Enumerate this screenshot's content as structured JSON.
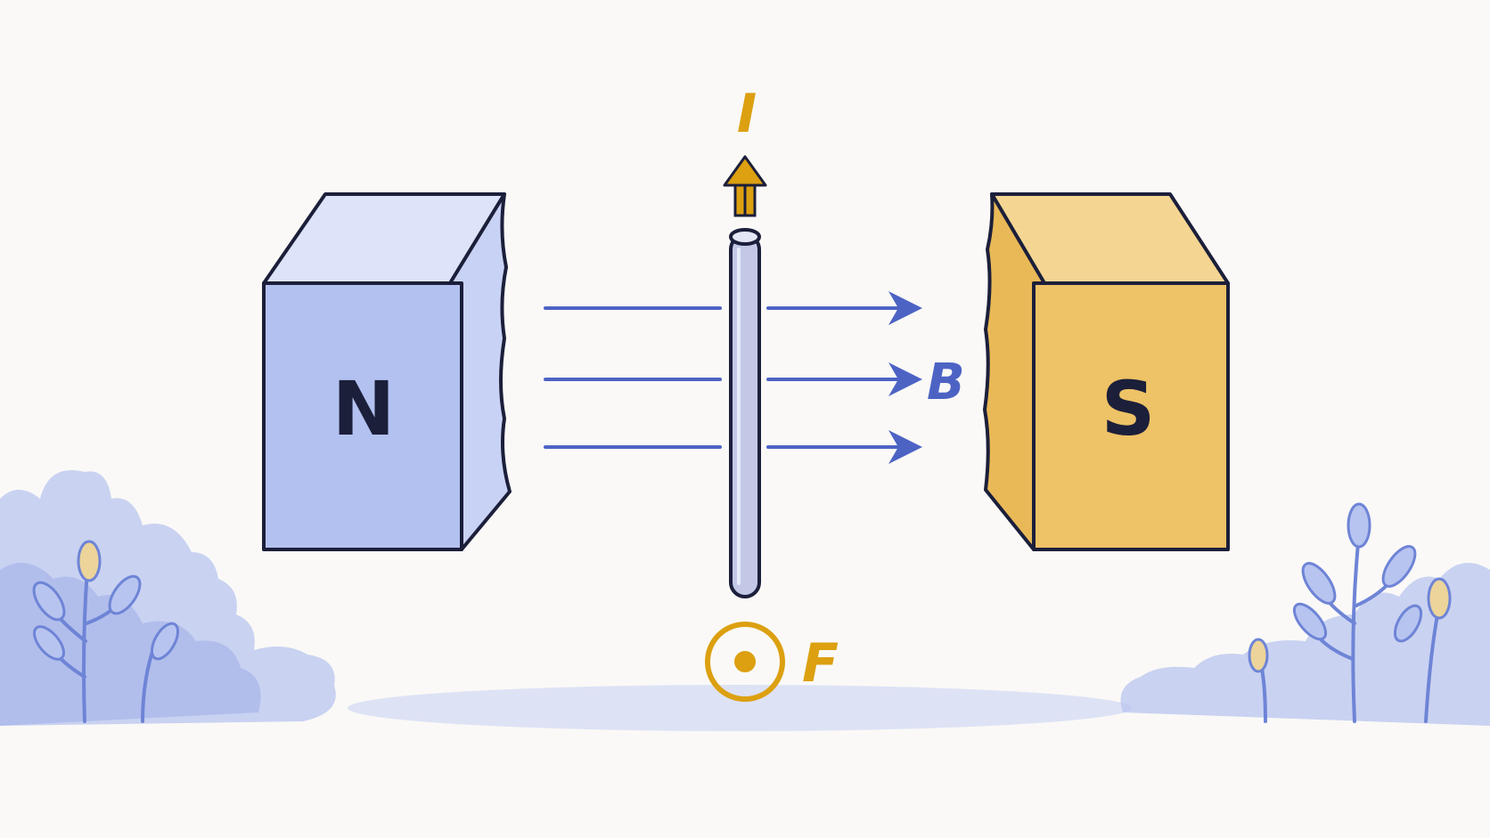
{
  "diagram": {
    "north_label": "N",
    "south_label": "S",
    "current_label": "I",
    "field_label": "B",
    "force_label": "F"
  },
  "colors": {
    "background": "#faf9f7",
    "outline": "#1c1f3a",
    "north_front": "#b3c1f0",
    "north_top": "#dde3f8",
    "north_side": "#c8d2f4",
    "south_front": "#eec266",
    "south_top": "#f4d692",
    "south_side": "#e9b957",
    "field_lines": "#4d63c4",
    "current_force": "#dca010",
    "conductor": "#c3c8e6",
    "foliage": "#aab8ea"
  },
  "icons": {
    "force_direction": "out-of-page-dot-circle",
    "current_direction": "up-arrow"
  }
}
